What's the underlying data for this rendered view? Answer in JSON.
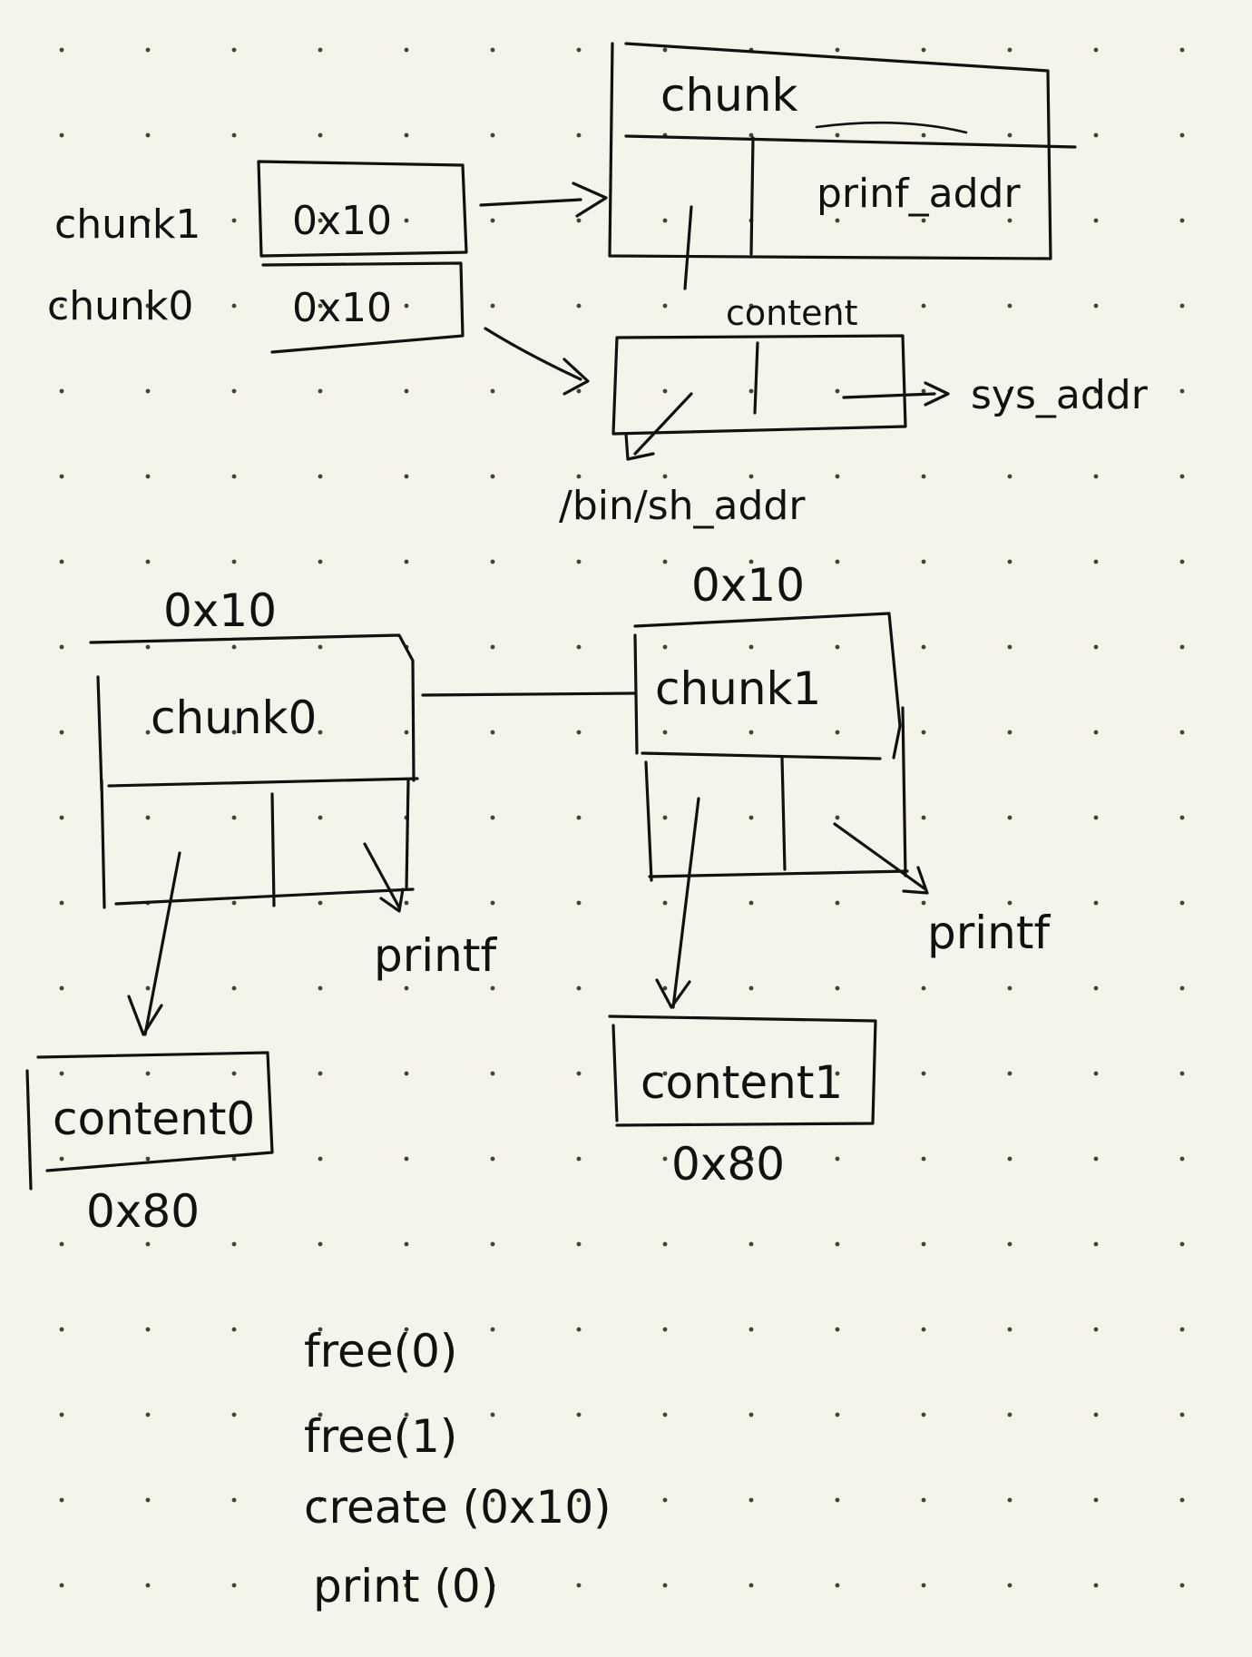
{
  "colors": {
    "paper": "#f4f4ea",
    "dots": "#2e4f2a",
    "ink": "#111111"
  },
  "top": {
    "chunk1_label": "chunk1",
    "chunk0_label": "chunk0",
    "chunk1_size": "0x10",
    "chunk0_size": "0x10",
    "chunk_title": "chunk",
    "printf_addr": "prinf_addr",
    "content_label": "content",
    "sys_addr": "sys_addr",
    "binsh_addr": "/bin/sh_addr"
  },
  "middle": {
    "chunk0_size": "0x10",
    "chunk0_title": "chunk0",
    "chunk0_printf": "printf",
    "content0_label": "content0",
    "content0_size": "0x80",
    "chunk1_size": "0x10",
    "chunk1_title": "chunk1",
    "chunk1_printf": "printf",
    "content1_label": "content1",
    "content1_size": "0x80"
  },
  "steps": [
    "free(0)",
    "free(1)",
    "create (0x10)",
    "print (0)"
  ]
}
